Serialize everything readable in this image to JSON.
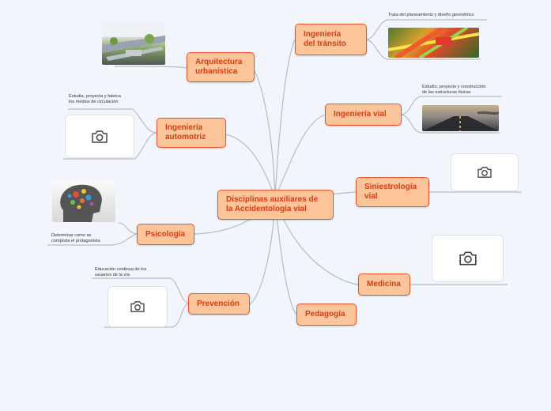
{
  "center": {
    "label": "Disciplinas auxiliares de\nla Accidentología vial"
  },
  "branches": {
    "arquitectura": {
      "label": "Arquitectura\nurbanística"
    },
    "automotriz": {
      "label": "Ingeniería\nautomotriz",
      "note": "Estudia, proyecta y fabrica\nlos medios de circulación"
    },
    "psicologia": {
      "label": "Psicología",
      "note": "Determinar como se\ncomporta el protagonista"
    },
    "prevencion": {
      "label": "Prevención",
      "note": "Educación continua de los\nusuarios de la vía"
    },
    "transito": {
      "label": "Ingeniería\ndel tránsito",
      "note": "Trata del planeamiento y diseño geométrico"
    },
    "vial": {
      "label": "Ingeniería vial",
      "note": "Estudio, proyecto y construcción\nde las estructuras físicas"
    },
    "siniestrologia": {
      "label": "Siniestrología\nvial"
    },
    "medicina": {
      "label": "Medicina"
    },
    "pedagogia": {
      "label": "Pedagogía"
    }
  },
  "icons": {
    "placeholder": "camera-icon"
  },
  "colors": {
    "node_fill": "#fbc49b",
    "node_border": "#e6562a",
    "node_text": "#d63c10",
    "line": "#b7bcc7",
    "background": "#f3f5fd"
  }
}
